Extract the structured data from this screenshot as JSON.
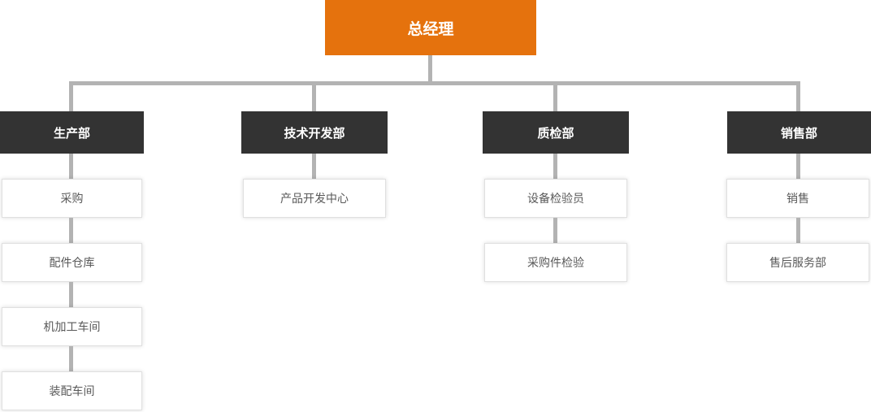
{
  "org_chart": {
    "root": {
      "label": "总经理"
    },
    "branches": [
      {
        "label": "生产部",
        "children": [
          {
            "label": "采购"
          },
          {
            "label": "配件仓库"
          },
          {
            "label": "机加工车间"
          },
          {
            "label": "装配车间"
          }
        ]
      },
      {
        "label": "技术开发部",
        "children": [
          {
            "label": "产品开发中心"
          }
        ]
      },
      {
        "label": "质检部",
        "children": [
          {
            "label": "设备检验员"
          },
          {
            "label": "采购件检验"
          }
        ]
      },
      {
        "label": "销售部",
        "children": [
          {
            "label": "销售"
          },
          {
            "label": "售后服务部"
          }
        ]
      }
    ],
    "colors": {
      "root_bg": "#e5720d",
      "dept_bg": "#333333",
      "connector": "#b3b3b3",
      "child_border": "#e0e0e0",
      "child_text": "#595959"
    }
  }
}
